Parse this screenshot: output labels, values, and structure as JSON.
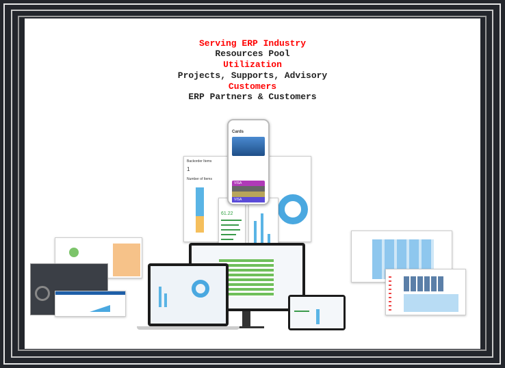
{
  "headline": {
    "lines": [
      {
        "text": "Serving ERP Industry",
        "color": "#ff0000"
      },
      {
        "text": "Resources Pool",
        "color": "#222222"
      },
      {
        "text": "Utilization",
        "color": "#ff0000"
      },
      {
        "text": "Projects, Supports, Advisory",
        "color": "#222222"
      },
      {
        "text": "Customers",
        "color": "#ff0000"
      },
      {
        "text": "ERP Partners & Customers",
        "color": "#222222"
      }
    ]
  },
  "mockups": {
    "phone_title": "Cards",
    "card_labels": [
      "VISA",
      "VISA"
    ],
    "backorder_title": "Backorder Items",
    "backorder_value": "1",
    "number_of_items": "Number of Items",
    "kpi_value": "61.22"
  }
}
